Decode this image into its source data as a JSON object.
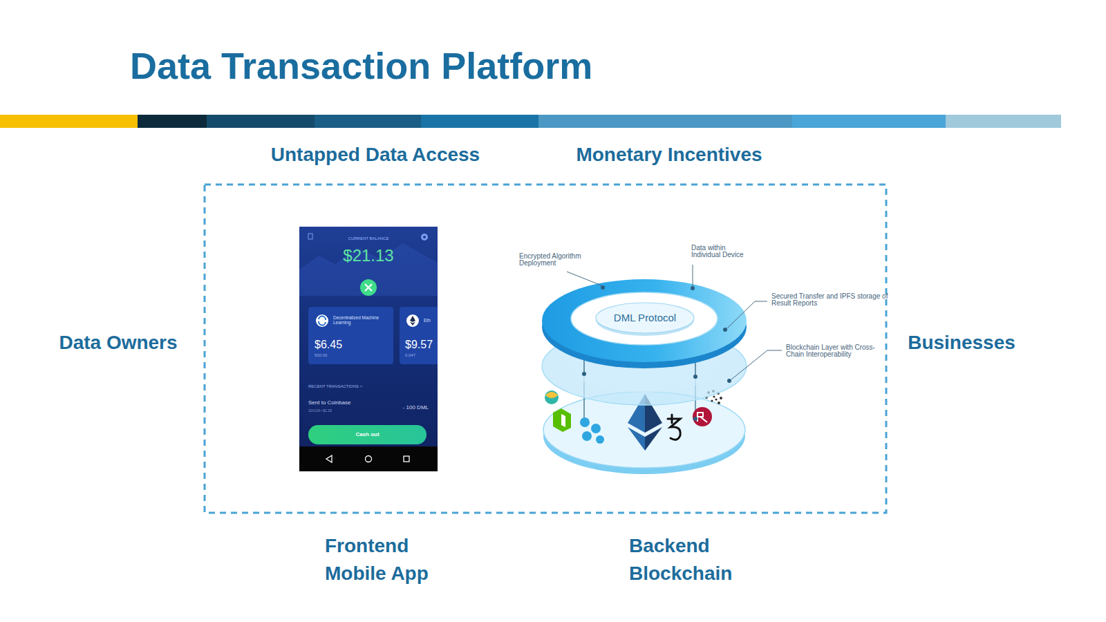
{
  "diagram": {
    "title": "Data Transaction Platform",
    "nodes": [
      {
        "text": [
          "CURRENT BALANCE",
          "$21.13",
          "RECENT TRANSACTIONS >",
          "Sent to Coinbase",
          "10/1/18 • $1.29",
          "- 100 DML"
        ]
      },
      {
        "text": [
          "Decentralized Machine Learning",
          "$6.45",
          "500.00"
        ],
        "in": 0
      },
      {
        "text": [
          "Eth",
          "$9.57",
          "0.047"
        ],
        "in": 0
      },
      {
        "text": [
          "Cash out"
        ],
        "in": 0
      },
      {
        "text": [
          "DML Protocol"
        ]
      }
    ],
    "labels": [
      "Untapped Data Access",
      "Monetary Incentives",
      "Data Owners",
      "Businesses",
      "Encrypted Algorithm Deployment",
      "Data within Individual Device",
      "Secured Transfer and IPFS storage of Result Reports",
      "Blockchain Layer with Cross-Chain Interoperability",
      "Frontend Mobile App",
      "Backend Blockchain"
    ]
  }
}
